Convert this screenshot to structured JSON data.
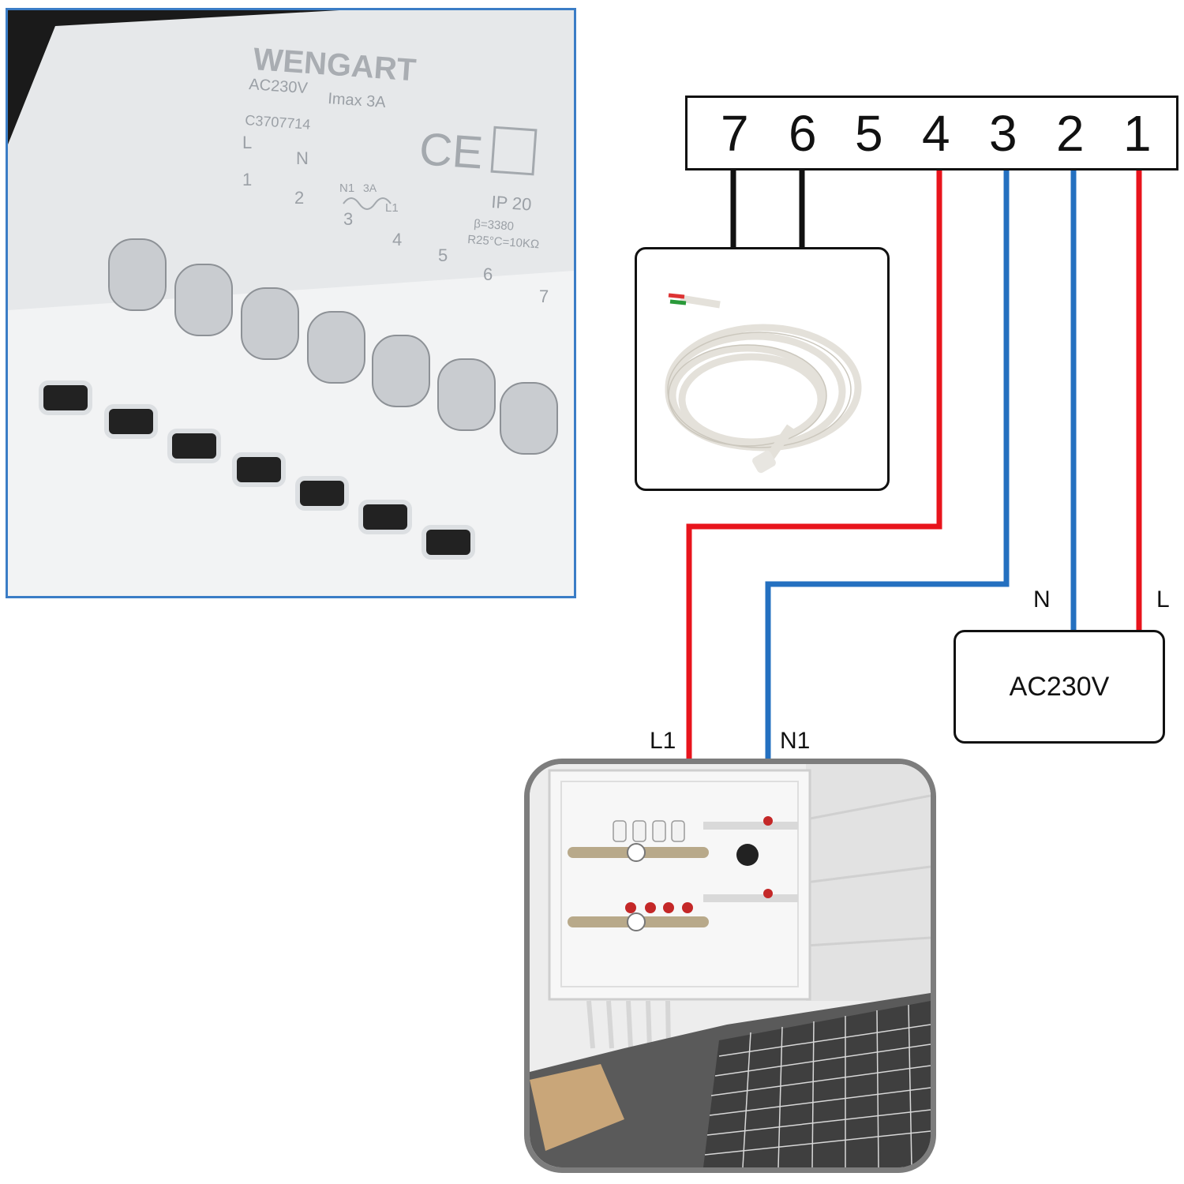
{
  "terminal_photo": {
    "brand": "WENGART",
    "voltage": "AC230V",
    "current": "Imax 3A",
    "serial": "C3707714",
    "ce_mark": "CE",
    "ip_rating": "IP 20",
    "beta": "β=3380",
    "resistance": "R25°C=10KΩ",
    "relay_current": "3A",
    "terminal_labels": [
      "L",
      "N",
      "N1",
      "L1"
    ],
    "terminal_numbers": [
      "1",
      "2",
      "3",
      "4",
      "5",
      "6",
      "7"
    ]
  },
  "terminal_block": {
    "numbers": [
      "7",
      "6",
      "5",
      "4",
      "3",
      "2",
      "1"
    ]
  },
  "wires": {
    "l1_label": "L1",
    "n1_label": "N1",
    "n_label": "N",
    "l_label": "L"
  },
  "power_source": {
    "label": "AC230V"
  },
  "colors": {
    "live": "#e8141c",
    "neutral": "#2470c0",
    "sensor": "#111111",
    "frame": "#3b7dc6"
  }
}
